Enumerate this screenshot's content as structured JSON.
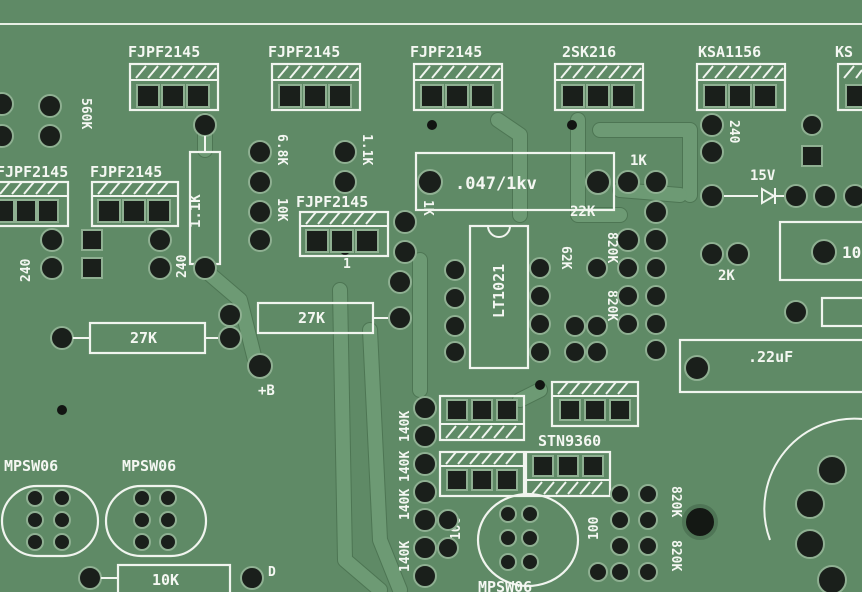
{
  "board": {
    "colors": {
      "soldermask": "#5f8a66",
      "silkscreen": "#f4f7f2",
      "pad": "#1a1f1b"
    },
    "transistor_labels": {
      "q1": "FJPF2145",
      "q2": "FJPF2145",
      "q3": "FJPF2145",
      "q4": "2SK216",
      "q5": "KSA1156",
      "q5b": "KS",
      "q6": "FJPF2145",
      "q7": "FJPF2145",
      "q8": "FJPF2145",
      "q9": "STN9360",
      "q10": "MPSW06",
      "q11": "MPSW06",
      "q12": "MPSW06"
    },
    "resistor_labels": {
      "r_560k": "560K",
      "r_1k1_a": "1.1K",
      "r_6k8": "6.8K",
      "r_1k1_b": "1.1K",
      "r_10k_a": "10K",
      "r_1k_a": "1K",
      "r_240_a": "240",
      "r_240_b": "240",
      "r_240_c": "240",
      "r_27k_a": "27K",
      "r_27k_b": "27K",
      "r_1k_b": "1K",
      "r_22k": "22K",
      "r_62k": "62K",
      "r_820k_a": "820K",
      "r_820k_b": "820K",
      "r_2k": "2K",
      "r_10_right": "10",
      "r_140k_a": "140K",
      "r_140k_b": "140K",
      "r_140k_c": "140K",
      "r_140k_d": "140K",
      "r_100_a": "100",
      "r_100_b": "100",
      "r_820k_c": "820K",
      "r_820k_d": "820K",
      "r_10k_b": "10K"
    },
    "capacitor_labels": {
      "c_047": ".047/1kv",
      "c_22uf": ".22uF"
    },
    "ic_label": "LT1021",
    "zener_label": "15V",
    "misc_labels": {
      "plus_b": "+B",
      "dot_1": "1",
      "d_mark": "D"
    }
  }
}
